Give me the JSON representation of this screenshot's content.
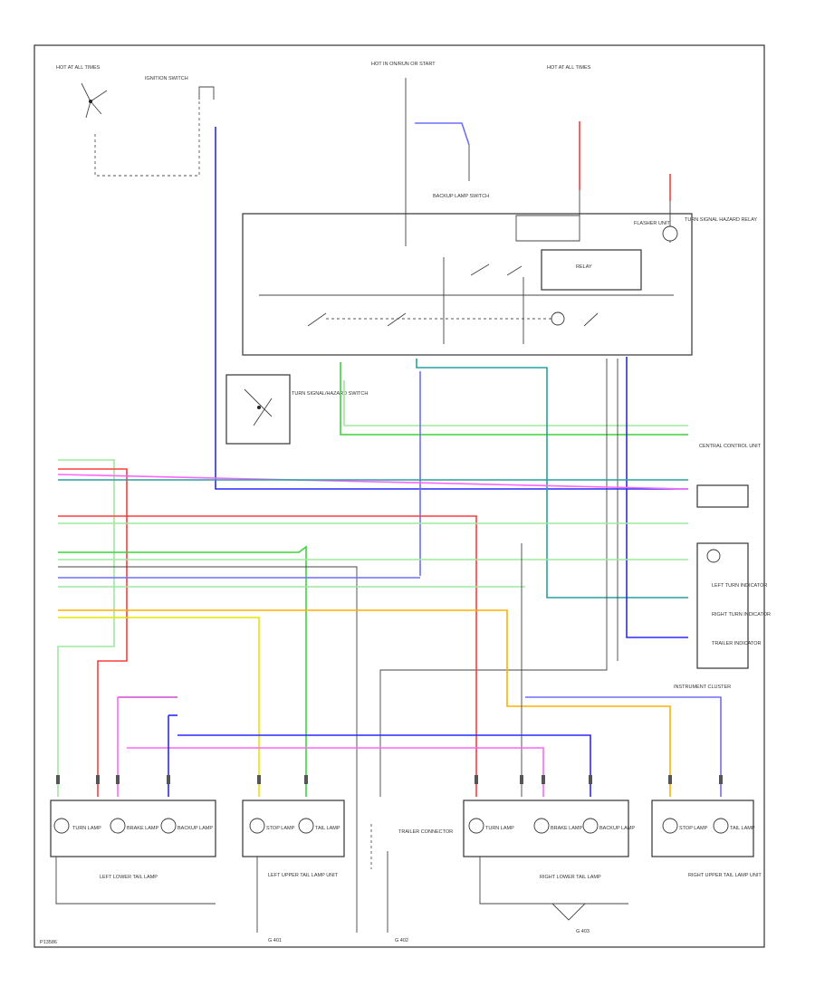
{
  "diagram": {
    "fuse_labels": {
      "hot_at_all_times": "HOT AT ALL TIMES",
      "hot_in_run": "HOT IN ON/RUN OR START",
      "hot_at_all_times_2": "HOT AT ALL TIMES"
    },
    "components": {
      "ignition_switch": "IGNITION SWITCH",
      "backup_lamp_switch": "BACKUP LAMP SWITCH",
      "combination_switch": "TURN SIGNAL/HAZARD SWITCH",
      "relay": "RELAY",
      "flasher": "FLASHER UNIT",
      "turn_hazard_relay": "TURN SIGNAL HAZARD RELAY",
      "central_control_unit": "CENTRAL CONTROL UNIT",
      "instrument_cluster": "INSTRUMENT CLUSTER",
      "trailer_connector": "TRAILER CONNECTOR",
      "left_lower_tail": "LEFT LOWER TAIL LAMP",
      "left_upper_tail": "LEFT UPPER TAIL LAMP UNIT",
      "right_lower_tail": "RIGHT LOWER TAIL LAMP",
      "right_upper_tail": "RIGHT UPPER TAIL LAMP UNIT"
    },
    "lamps": {
      "turn_lamp": "TURN LAMP",
      "brake_lamp": "BRAKE LAMP",
      "backup_lamp": "BACKUP LAMP",
      "stop_lamp": "STOP LAMP",
      "tail_lamp": "TAIL LAMP"
    },
    "cluster_items": {
      "left_turn": "LEFT TURN INDICATOR",
      "right_turn": "RIGHT TURN INDICATOR",
      "trailer": "TRAILER INDICATOR"
    },
    "grounds": {
      "g1": "G 401",
      "g2": "G 402",
      "g3": "G 403"
    },
    "footer_code": "P13586"
  }
}
